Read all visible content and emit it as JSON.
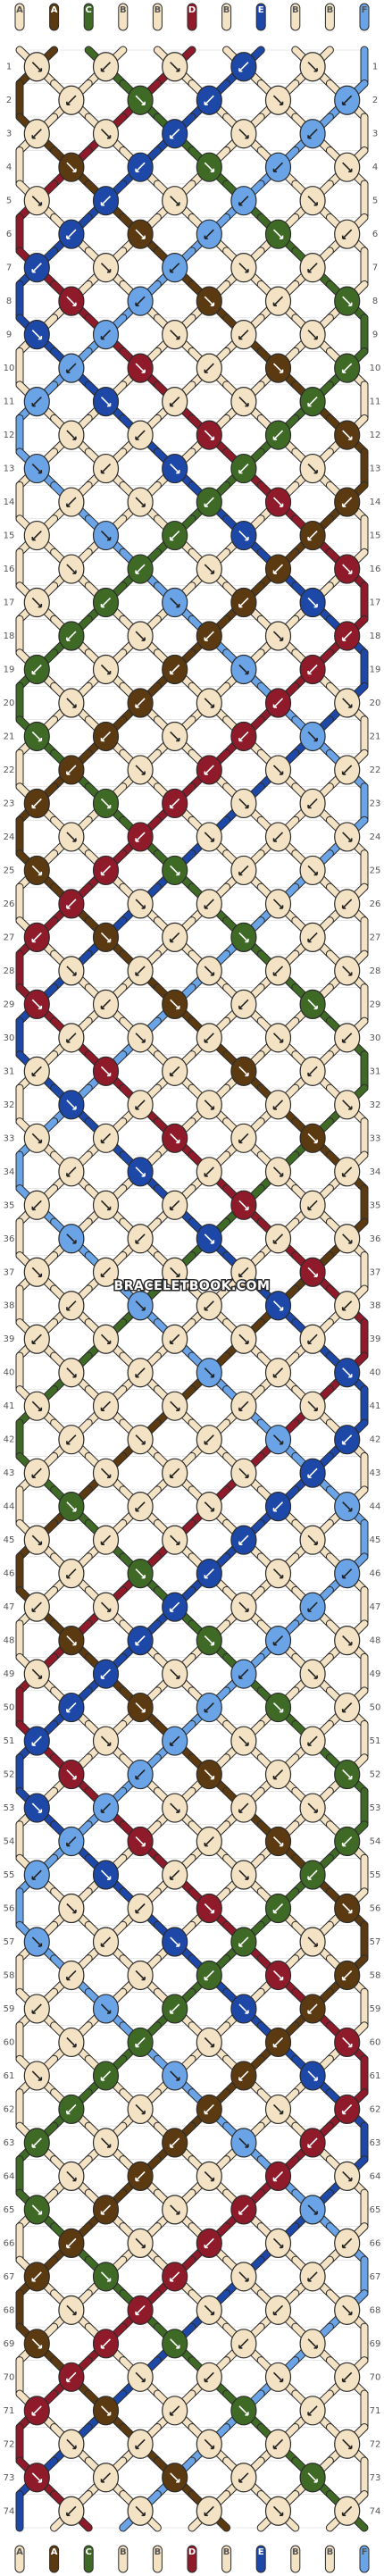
{
  "strings": [
    {
      "letter": "A",
      "color": "#f3e2c3"
    },
    {
      "letter": "A",
      "color": "#5b3a12"
    },
    {
      "letter": "C",
      "color": "#3f6a26"
    },
    {
      "letter": "B",
      "color": "#f3e2c3"
    },
    {
      "letter": "B",
      "color": "#f3e2c3"
    },
    {
      "letter": "D",
      "color": "#8f1a2a"
    },
    {
      "letter": "B",
      "color": "#f3e2c3"
    },
    {
      "letter": "E",
      "color": "#1d48a8"
    },
    {
      "letter": "B",
      "color": "#f3e2c3"
    },
    {
      "letter": "B",
      "color": "#f3e2c3"
    },
    {
      "letter": "F",
      "color": "#6aa4e6"
    }
  ],
  "row_count": 74,
  "watermark": "BRACELETBOOK.COM",
  "colors": {
    "cream": "#f3e2c3",
    "brown": "#5b3a12",
    "green": "#3f6a26",
    "red": "#8f1a2a",
    "darkblue": "#1d48a8",
    "lightblue": "#6aa4e6",
    "outline": "#2b2b2b",
    "grid": "#d0d0d0"
  }
}
